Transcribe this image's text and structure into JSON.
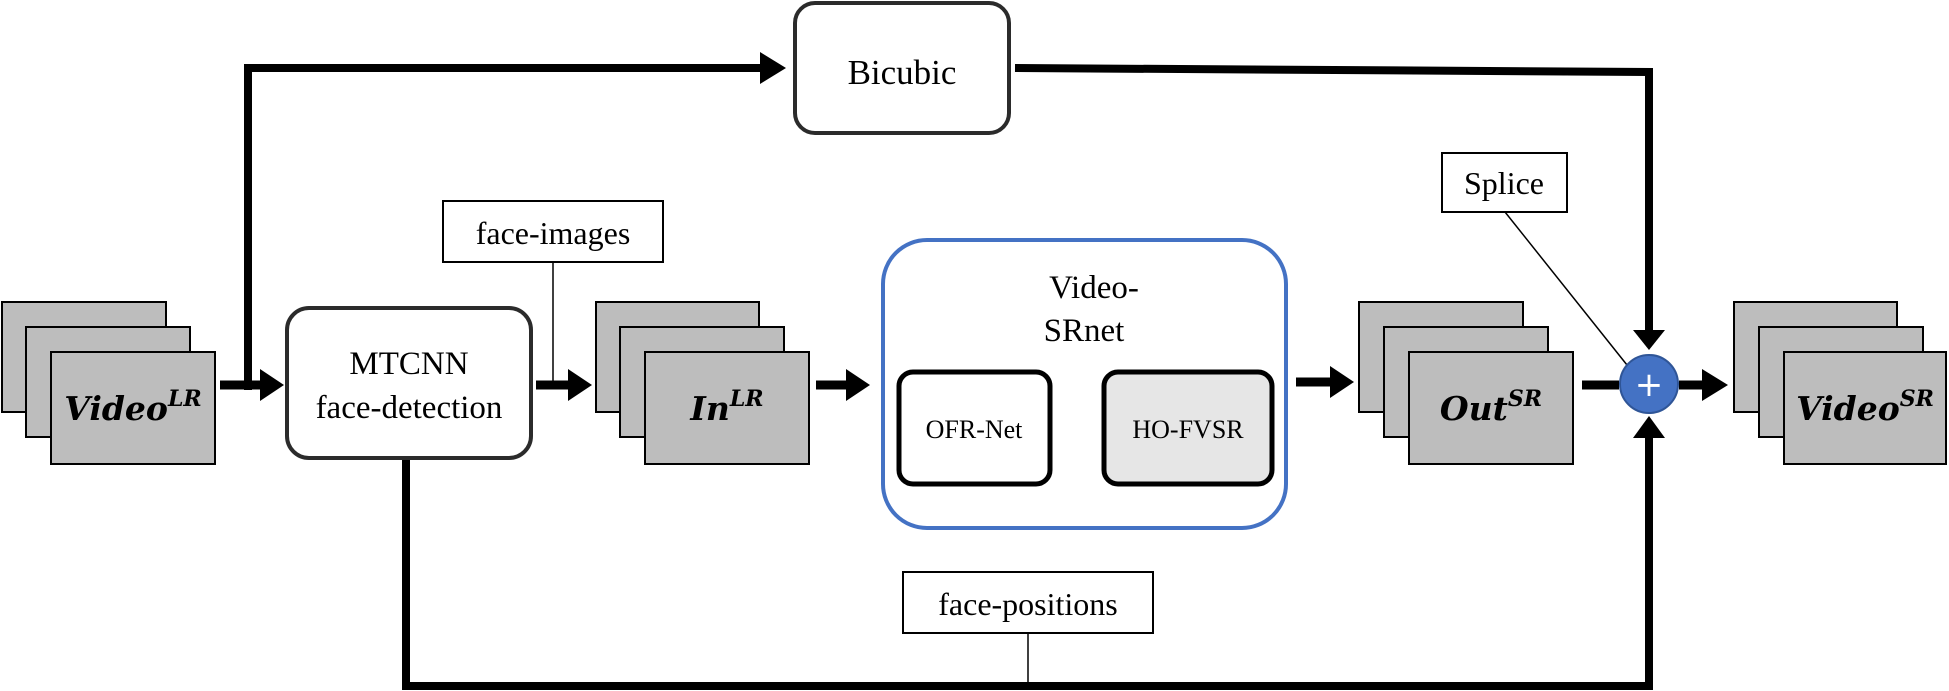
{
  "nodes": {
    "bicubic": "Bicubic",
    "mtcnn": [
      "MTCNN",
      "face-detection"
    ],
    "videosrnet": [
      "Video-",
      "SRnet"
    ],
    "ofrnet": "OFR-Net",
    "hofvsr": "HO-FVSR"
  },
  "labels": {
    "face_images": "face-images",
    "face_positions": "face-positions",
    "splice": "Splice"
  },
  "frames": {
    "video_lr": {
      "base": "Video",
      "sup": "LR"
    },
    "in_lr": {
      "base": "In",
      "sup": "LR"
    },
    "out_sr": {
      "base": "Out",
      "sup": "SR"
    },
    "video_sr": {
      "base": "Video",
      "sup": "SR"
    }
  },
  "splice_symbol": "+",
  "colors": {
    "stroke": "#000000",
    "frame_fill": "#bdbdbd",
    "ho_fill": "#e6e6e6",
    "srnet_border": "#4472c4",
    "splice_fill": "#4472c4"
  }
}
